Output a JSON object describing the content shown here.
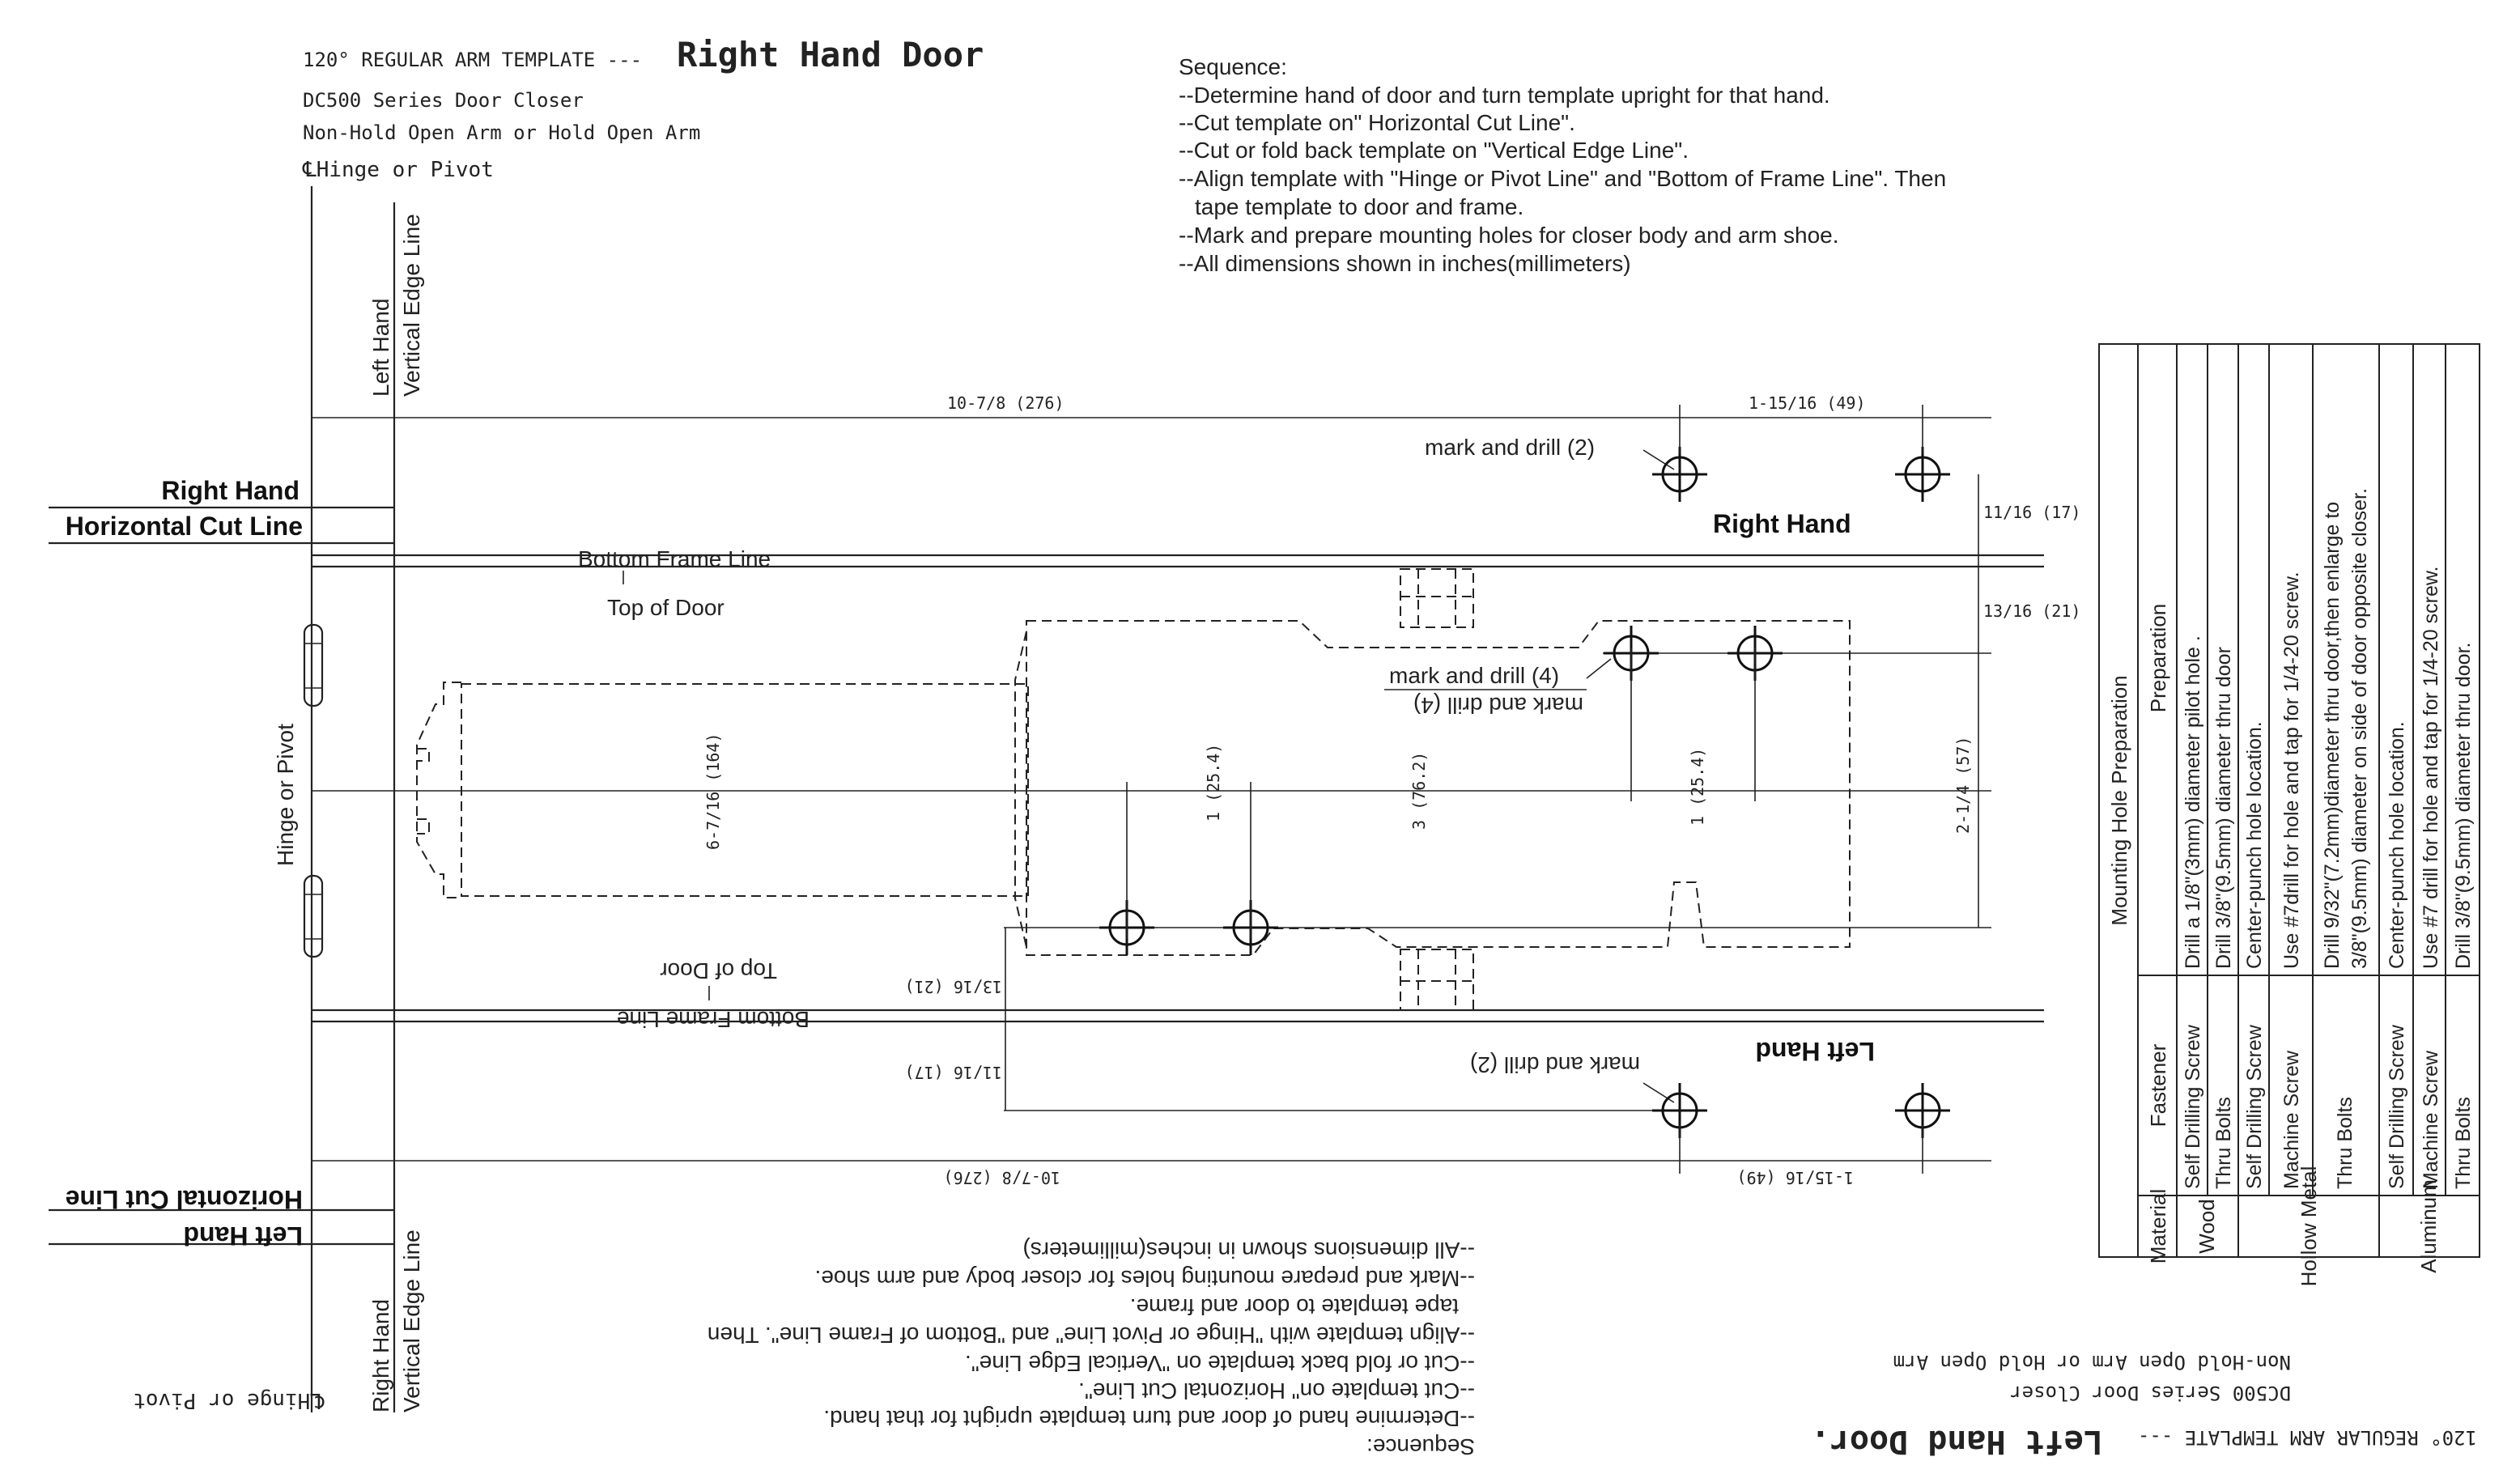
{
  "title_block": {
    "heading_prefix": "120° REGULAR  ARM TEMPLATE ---",
    "heading_hand": "Right Hand Door",
    "series": "DC500 Series Door Closer",
    "arm": "Non-Hold Open Arm or Hold Open Arm",
    "hinge": "℄Hinge or Pivot"
  },
  "title_block_flipped": {
    "heading_prefix": "120° REGULAR ARM TEMPLATE ---",
    "heading_hand": "Left Hand Door.",
    "series": "DC500 Series Door Closer",
    "arm": "Non-Hold Open Arm  or Hold Open Arm",
    "hinge": "℄Hinge or Pivot"
  },
  "sequence": {
    "title": "Sequence:",
    "steps": [
      "--Determine hand of door and turn template upright for that hand.",
      "--Cut template on\" Horizontal Cut Line\".",
      "--Cut or fold back template on \"Vertical Edge Line\".",
      "--Align template with \"Hinge or Pivot Line\" and \"Bottom of Frame Line\". Then",
      "  tape template to door and frame.",
      "--Mark and prepare mounting holes for closer body and arm shoe.",
      "--All dimensions shown in inches(millimeters)"
    ]
  },
  "labels": {
    "left_hand_vertical_1": "Left Hand",
    "left_hand_vertical_2": "Vertical Edge Line",
    "right_hand_vertical_1": "Right Hand",
    "right_hand_vertical_2": "Vertical Edge Line",
    "right_hand": "Right Hand",
    "horizontal_cut_line": "Horizontal Cut Line",
    "left_hand": "Left Hand",
    "bottom_frame_line": "Bottom Frame Line",
    "top_of_door": "Top of Door",
    "hinge_or_pivot": "Hinge or Pivot",
    "right_hand_field": "Right Hand",
    "left_hand_field": "Left Hand",
    "mark_drill_2": "mark and drill (2)",
    "mark_drill_4": "mark and drill (4)"
  },
  "dimensions": {
    "d_10_7_8": "10-7/8  (276)",
    "d_1_15_16": "1-15/16  (49)",
    "d_11_16": "11/16  (17)",
    "d_13_16": "13/16  (21)",
    "d_2_1_4": "2-1/4  (57)",
    "d_6_7_16": "6-7/16  (164)",
    "d_1_a": "1  (25.4)",
    "d_3": "3  (76.2)",
    "d_1_b": "1  (25.4)"
  },
  "table": {
    "title": "Mounting Hole Preparation",
    "headers": [
      "Material",
      "Fastener",
      "Preparation"
    ],
    "groups": [
      {
        "material": "Wood",
        "rows": [
          {
            "fastener": "Self Drilling Screw",
            "prep": "Drill a 1/8\"(3mm) diameter pilot hole ."
          },
          {
            "fastener": "Thru Bolts",
            "prep": "Drill 3/8\"(9.5mm) diameter thru door"
          }
        ]
      },
      {
        "material": "Hollow Metal",
        "rows": [
          {
            "fastener": "Self Drilling Screw",
            "prep": "Center-punch hole location."
          },
          {
            "fastener": "Machine Screw",
            "prep": "Use #7drill for hole and tap for 1/4-20 screw."
          },
          {
            "fastener": "Thru Bolts",
            "prep": "Drill 9/32\"(7.2mm)diameter thru door,then enlarge to",
            "prep2": "3/8\"(9.5mm) diameter on side of door opposite closer."
          }
        ]
      },
      {
        "material": "Aluminum",
        "rows": [
          {
            "fastener": "Self Drilling Screw",
            "prep": "Center-punch hole location."
          },
          {
            "fastener": "Machine  Screw",
            "prep": "Use #7 drill for hole and tap for 1/4-20 screw."
          },
          {
            "fastener": "Thru Bolts",
            "prep": "Drill 3/8\"(9.5mm) diameter thru door."
          }
        ]
      }
    ]
  }
}
